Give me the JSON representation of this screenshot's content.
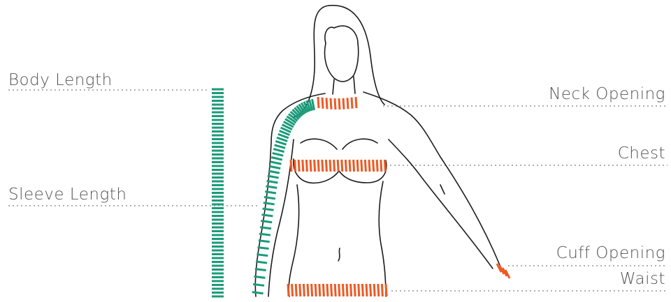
{
  "labels": {
    "body_length": "Body Length",
    "sleeve_length": "Sleeve Length",
    "neck_opening": "Neck Opening",
    "chest": "Chest",
    "cuff_opening": "Cuff Opening",
    "waist": "Waist"
  },
  "colors": {
    "length_marker": "#1a9b7a",
    "width_marker": "#ee5a24",
    "leader_line": "#b0b0b0",
    "outline": "#1c1c1c",
    "label_text": "#555555"
  },
  "icons": [
    "body-silhouette-figure"
  ]
}
